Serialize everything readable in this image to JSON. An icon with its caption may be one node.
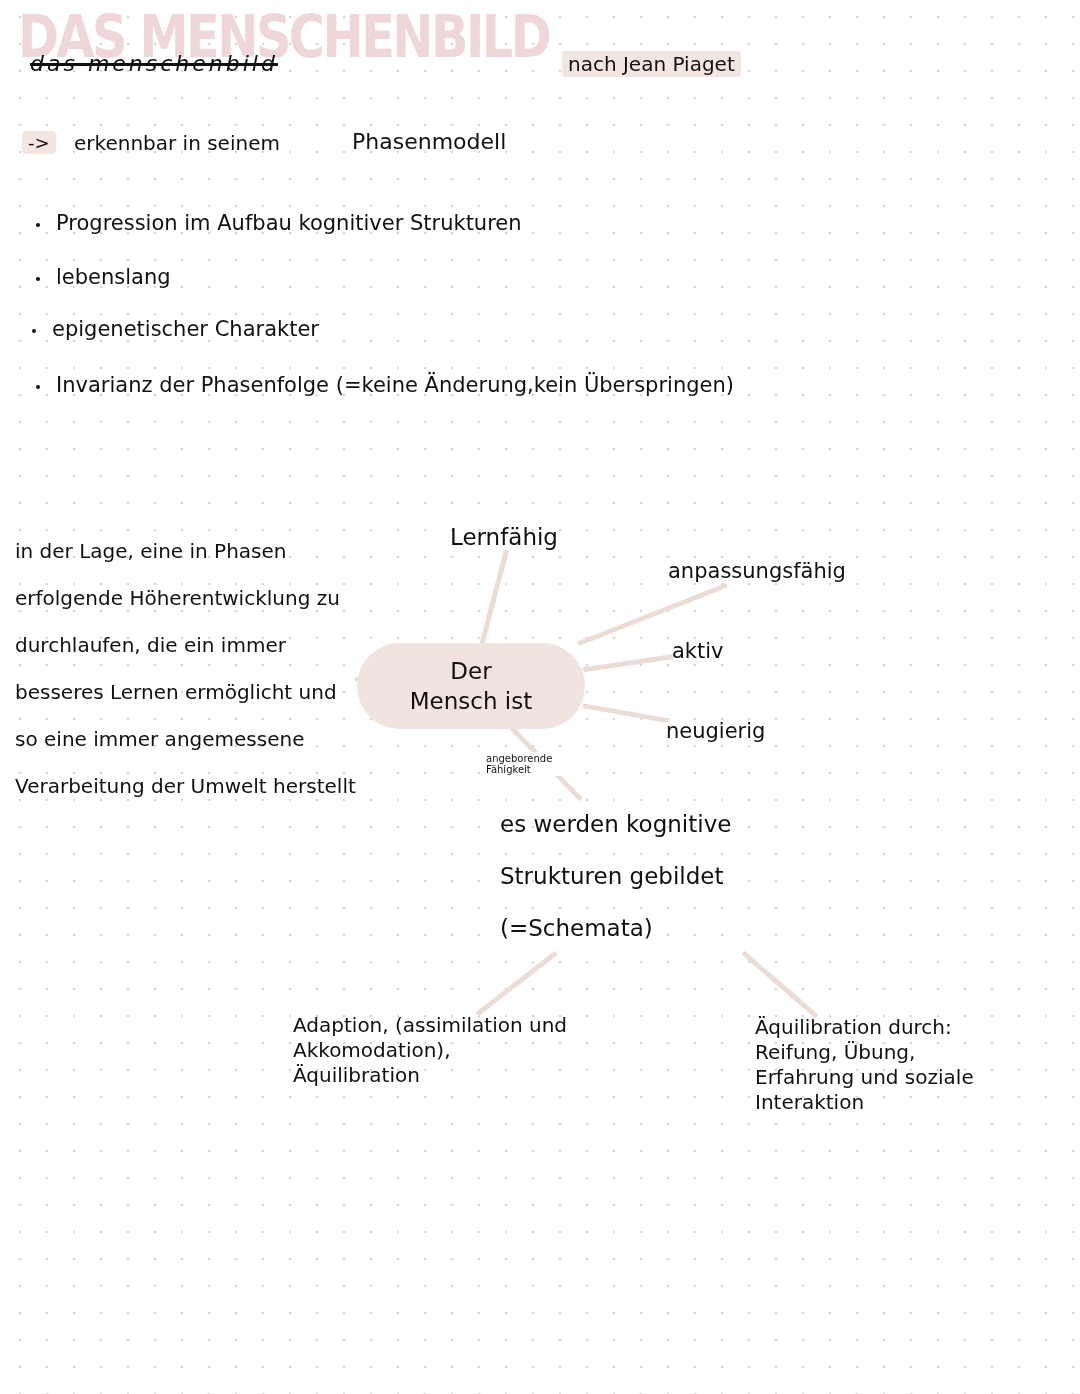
{
  "diagram": {
    "title": "DAS MENSCHENBILD",
    "nodes": [
      {
        "text": [
          "Der Mensch ist"
        ]
      },
      {
        "text": [
          "in der Lage, eine in Phasen erfolgende Höherentwicklung zu durchlaufen, die ein immer besseres Lernen ermöglicht und so eine immer angemessene Verarbeitung der Umwelt herstellt"
        ]
      },
      {
        "text": [
          "Lernfähig"
        ]
      },
      {
        "text": [
          "anpassungsfähig"
        ]
      },
      {
        "text": [
          "aktiv"
        ]
      },
      {
        "text": [
          "neugierig"
        ]
      },
      {
        "text": [
          "es werden kognitive Strukturen gebildet (=Schemata)"
        ]
      },
      {
        "text": [
          "Adaption, (assimilation und Akkomodation), Äquilibration"
        ]
      },
      {
        "text": [
          "Äquilibration durch: Reifung, Übung, Erfahrung und soziale Interaktion"
        ]
      }
    ],
    "edges": [
      {
        "from": 0,
        "to": 1,
        "arrow": "none"
      },
      {
        "from": 0,
        "to": 2,
        "arrow": "none"
      },
      {
        "from": 0,
        "to": 3,
        "arrow": "none"
      },
      {
        "from": 0,
        "to": 4,
        "arrow": "none"
      },
      {
        "from": 0,
        "to": 5,
        "arrow": "none"
      },
      {
        "from": 0,
        "to": 6,
        "arrow": "none",
        "label": "angeborende Fähigkeit"
      },
      {
        "from": 6,
        "to": 7,
        "arrow": "none"
      },
      {
        "from": 6,
        "to": 8,
        "arrow": "none"
      }
    ],
    "labels": [
      "das menschenbild",
      "nach Jean Piaget",
      "->",
      "erkennbar in seinem",
      "Phasenmodell",
      "Progression im Aufbau kognitiver Strukturen",
      "lebenslang",
      "epigenetischer Charakter",
      "Invarianz der Phasenfolge (=keine Änderung,kein Überspringen)"
    ]
  }
}
